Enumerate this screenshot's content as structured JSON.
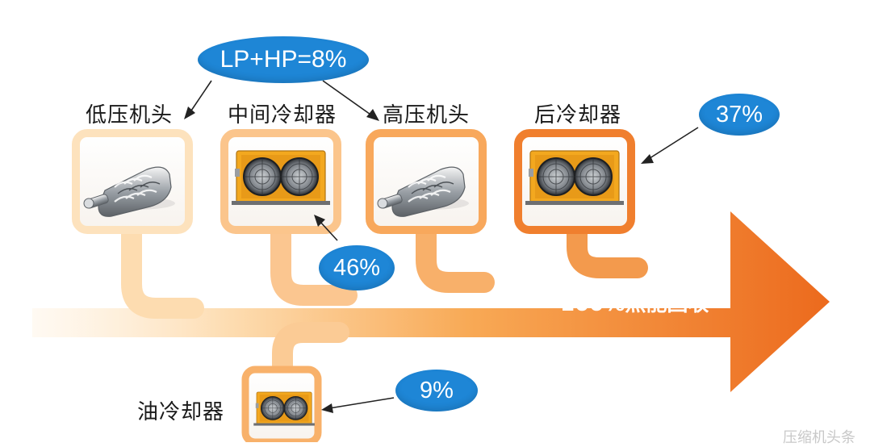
{
  "total_badge": "LP+HP=8%",
  "components": {
    "lp_head": "低压机头",
    "intercooler": "中间冷却器",
    "hp_head": "高压机头",
    "aftercooler": "后冷却器",
    "oil_cooler": "油冷却器"
  },
  "percentages": {
    "intercooler": "46%",
    "aftercooler": "37%",
    "oil_cooler": "9%"
  },
  "main_arrow_label": "100%热能回收",
  "watermark": "压缩机头条",
  "colors": {
    "orange_dark": "#ec6a1d",
    "orange_mid": "#f6a04a",
    "orange_light": "#fde6c8",
    "bubble_blue": "#1e86d6",
    "cooler_yellow": "#f3a81f"
  },
  "icons": [
    "screw-compressor-icon",
    "fan-cooler-icon"
  ]
}
